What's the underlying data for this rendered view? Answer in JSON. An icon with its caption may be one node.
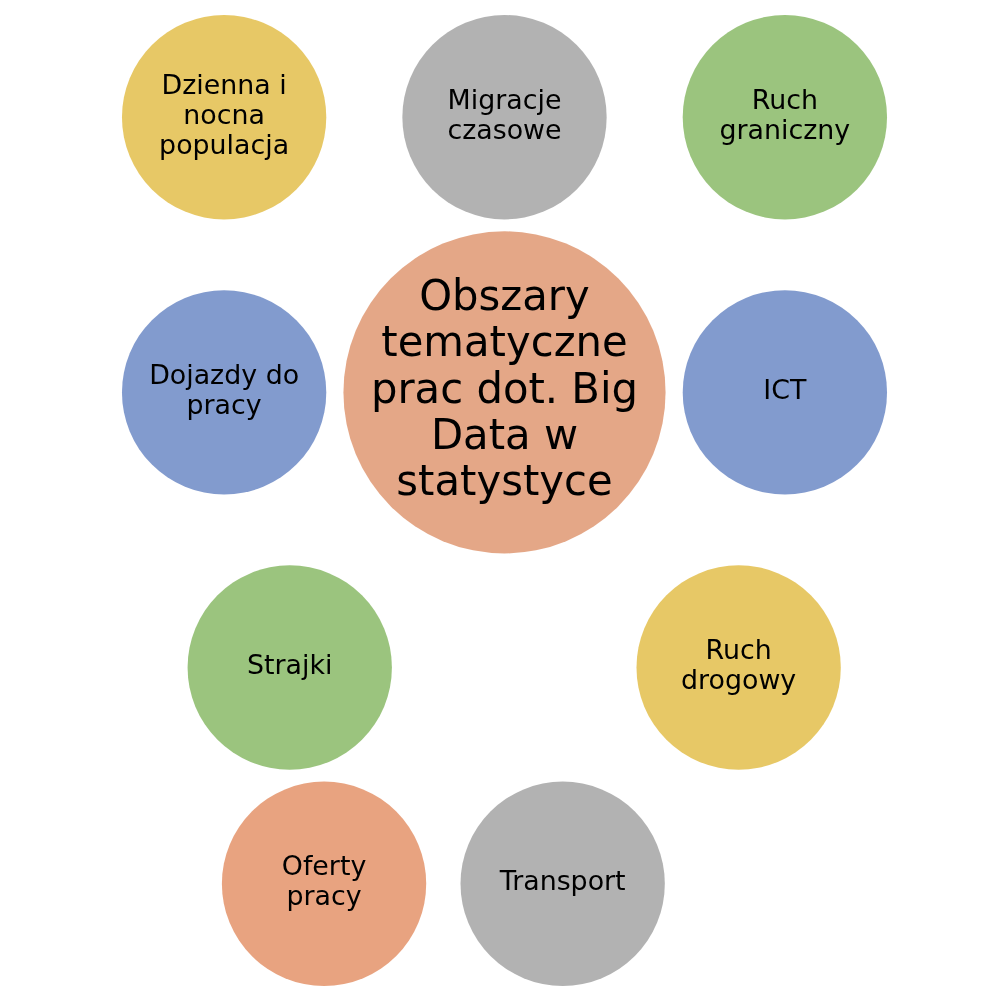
{
  "diagram": {
    "nodes": [
      {
        "text": [
          "Obszary tematyczne prac dot. Big Data w statystyce"
        ]
      },
      {
        "text": [
          "Migracje czasowe"
        ]
      },
      {
        "text": [
          "Dzienna i nocna populacja"
        ]
      },
      {
        "text": [
          "Dojazdy do pracy"
        ]
      },
      {
        "text": [
          "Strajki"
        ]
      },
      {
        "text": [
          "Oferty pracy"
        ]
      },
      {
        "text": [
          "Transport"
        ]
      },
      {
        "text": [
          "Ruch drogowy"
        ]
      },
      {
        "text": [
          "ICT"
        ]
      },
      {
        "text": [
          "Ruch graniczny"
        ]
      }
    ],
    "edges": []
  }
}
